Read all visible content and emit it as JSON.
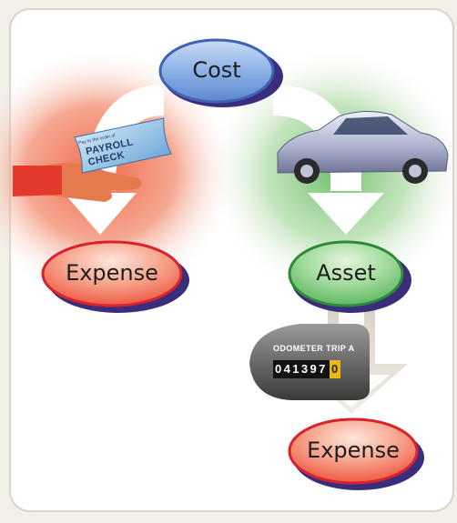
{
  "nodes": {
    "cost": "Cost",
    "expense_left": "Expense",
    "asset": "Asset",
    "expense_bottom": "Expense"
  },
  "check": {
    "title": "PAYROLL CHECK",
    "small_text": "Pay to the order of"
  },
  "odometer": {
    "label": "ODOMETER TRIP A",
    "reading": "041397",
    "last_digit": "0"
  },
  "colors": {
    "cost_fill": "#7fa7e2",
    "cost_edge": "#3f62b4",
    "expense_fill": "#f07a63",
    "expense_edge": "#d8222c",
    "asset_fill": "#79c977",
    "asset_edge": "#2c8a3a",
    "shadow": "#3a2d7c",
    "glow_red": "#f0674b",
    "glow_green": "#7dc37a",
    "arrow": "#ffffff",
    "frame_bg": "#f2efe9"
  }
}
